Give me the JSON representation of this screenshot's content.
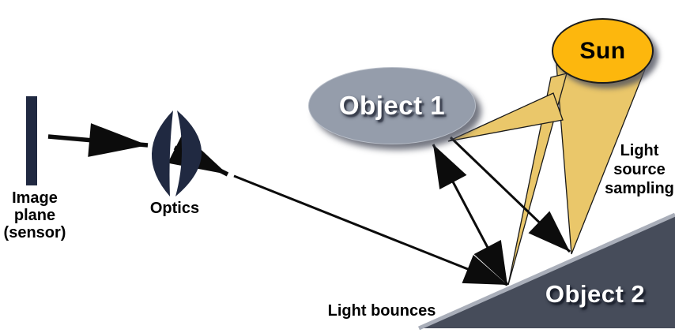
{
  "diagram": {
    "image_plane_label": "Image\nplane\n(sensor)",
    "optics_label": "Optics",
    "object1_label": "Object 1",
    "sun_label": "Sun",
    "object2_label": "Object 2",
    "light_bounces_label": "Light bounces",
    "light_source_sampling_label": "Light\nsource\nsampling",
    "colors": {
      "navy": "#202941",
      "beam_fill": "#eac76a",
      "beam_outline": "#1a1a1a",
      "sun_fill": "#fdb70d",
      "object1_fill": "#959dab",
      "object2_fill": "#464c5a",
      "object2_edge": "#a9aeb9",
      "arrow": "#0c0c0c"
    }
  }
}
